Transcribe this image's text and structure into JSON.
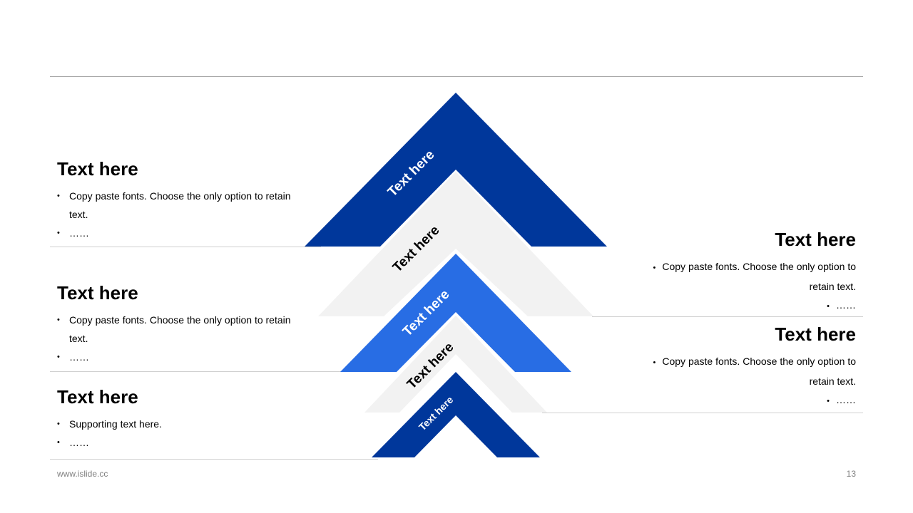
{
  "colors": {
    "dark_blue": "#00379b",
    "light_gray": "#f2f2f2",
    "bright_blue": "#286de4",
    "rule": "#a6a6a6"
  },
  "chevrons": [
    {
      "label": "Text here",
      "fill": "#00379b",
      "text_color": "#ffffff"
    },
    {
      "label": "Text here",
      "fill": "#f2f2f2",
      "text_color": "#000000"
    },
    {
      "label": "Text here",
      "fill": "#286de4",
      "text_color": "#ffffff"
    },
    {
      "label": "Text here",
      "fill": "#f2f2f2",
      "text_color": "#000000"
    },
    {
      "label": "Text here",
      "fill": "#00379b",
      "text_color": "#ffffff"
    }
  ],
  "left_blocks": [
    {
      "title": "Text here",
      "bullets": [
        "Copy paste fonts. Choose the only option to retain text.",
        "……"
      ]
    },
    {
      "title": "Text here",
      "bullets": [
        "Copy paste fonts. Choose the only option to retain text.",
        "……"
      ]
    },
    {
      "title": "Text here",
      "bullets": [
        "Supporting text here.",
        "……"
      ]
    }
  ],
  "right_blocks": [
    {
      "title": "Text here",
      "bullets": [
        "Copy paste fonts. Choose the only option to",
        "retain text.",
        "……"
      ]
    },
    {
      "title": "Text here",
      "bullets": [
        "Copy paste fonts. Choose the only option to",
        "retain text.",
        "……"
      ]
    }
  ],
  "footer": {
    "url": "www.islide.cc",
    "page": "13"
  }
}
